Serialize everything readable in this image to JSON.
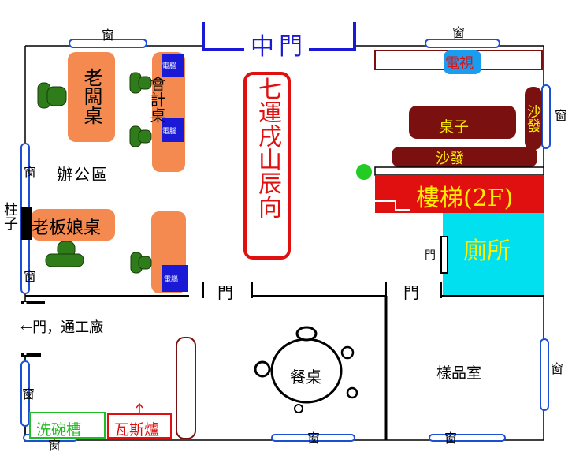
{
  "labels": {
    "window": "窗",
    "main_door": "中門",
    "tv": "電視",
    "desk_boss": "老闆桌",
    "desk_accounting": "會計桌",
    "computer": "電腦",
    "facing": "七運戌山辰向",
    "table": "桌子",
    "sofa": "沙發",
    "stairs": "樓梯(2F)",
    "toilet": "廁所",
    "office_area": "辦公區",
    "pillar": "柱子",
    "desk_lady_boss": "老板娘桌",
    "door": "門",
    "door_to_factory": "←門，通工廠",
    "dining_table": "餐桌",
    "sample_room": "樣品室",
    "sink": "洗碗槽",
    "gas_stove": "瓦斯爐"
  },
  "colors": {
    "desk_orange": "#f58a50",
    "chair_green": "#2e7d1a",
    "door_blue": "#1a1ad6",
    "window_blue": "#1a4fd6",
    "dark_red": "#7a1010",
    "red": "#e01010",
    "cyan": "#00e0ee",
    "yellow": "#ffee00",
    "green_dot": "#22cc22",
    "sink_green": "#22bb22"
  }
}
